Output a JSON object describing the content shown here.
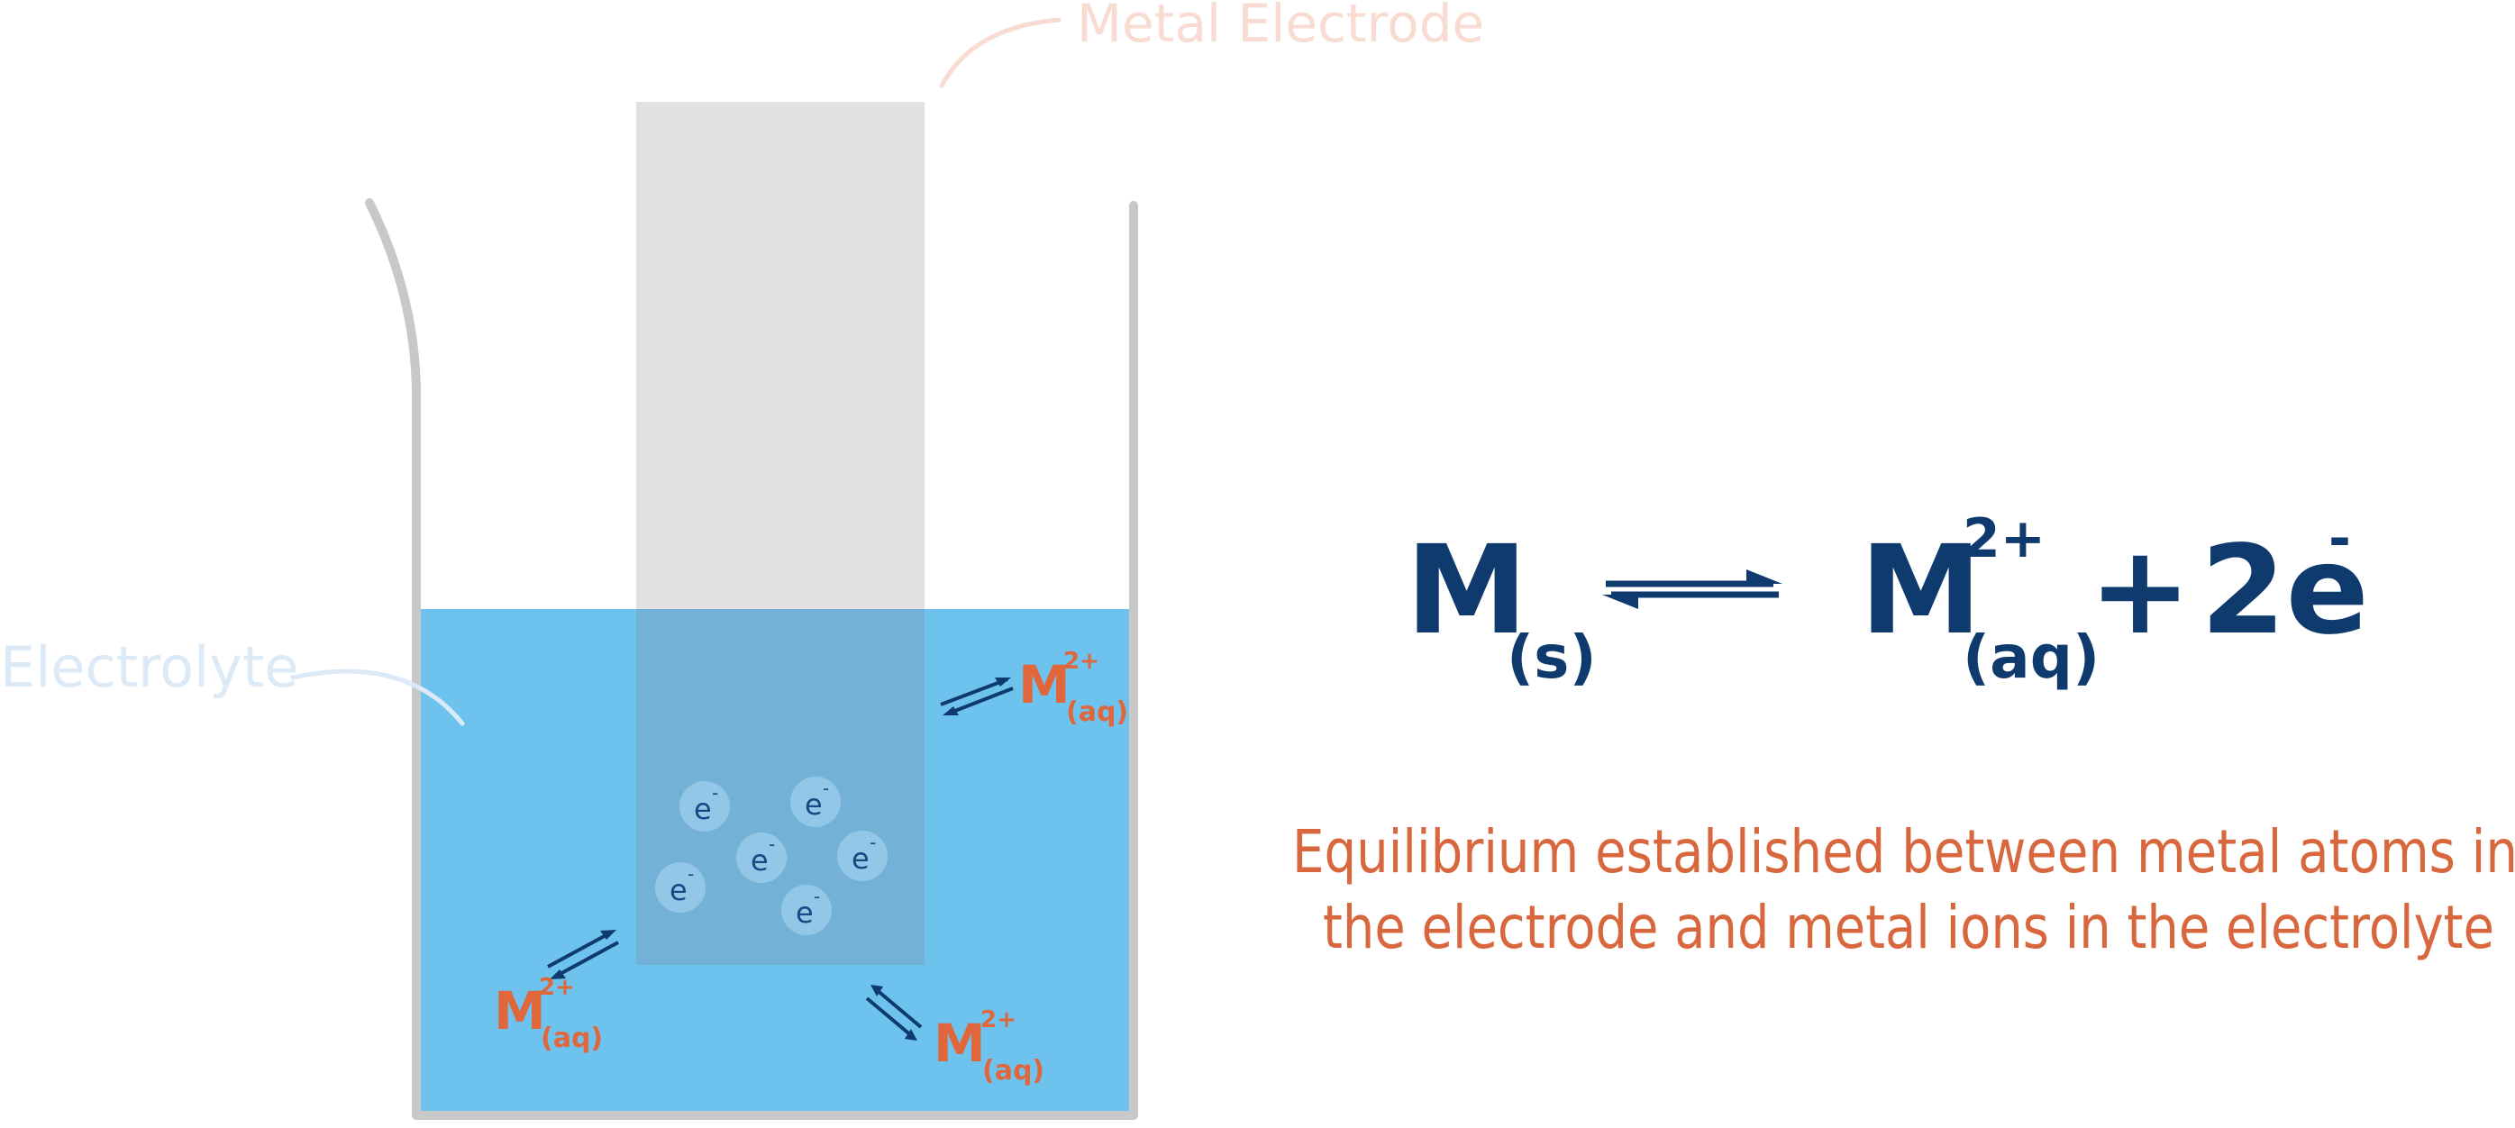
{
  "labels": {
    "electrode": "Metal Electrode",
    "electrolyte": "Electrolyte"
  },
  "ion": {
    "symbol": "M",
    "charge": "2+",
    "state": "(aq)"
  },
  "electron": {
    "symbol": "e",
    "charge": "-"
  },
  "equation": {
    "left_symbol": "M",
    "left_state": "(s)",
    "right_symbol": "M",
    "right_charge": "2+",
    "right_state": "(aq)",
    "plus": "+",
    "electrons": "2e",
    "electrons_charge": "-"
  },
  "caption": {
    "line1": "Equilibrium established between metal atoms in",
    "line2": "the electrode and metal ions in the electrolyte"
  },
  "colors": {
    "electrolyte": "#6ec3ee",
    "electrode": "#e1e1e1",
    "electrode_submerged": "#74b1d6",
    "beaker": "#c8c8c8",
    "equation": "#0f3a6e",
    "ion_label": "#e0663c",
    "caption": "#d9673e",
    "electron": "#92c7e8"
  }
}
